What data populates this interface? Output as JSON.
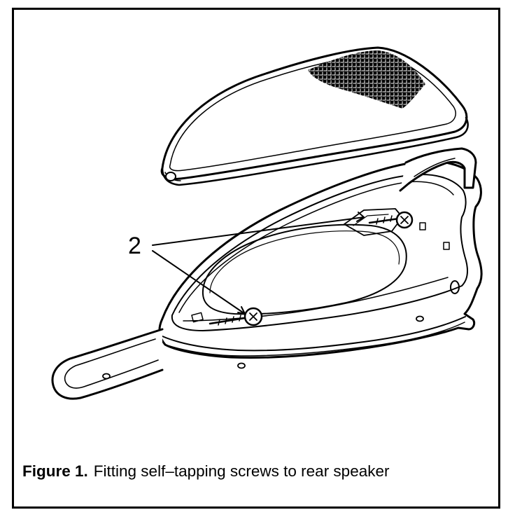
{
  "figure": {
    "callout_number": "2",
    "caption_label": "Figure 1.",
    "caption_text": "Fitting self–tapping screws to rear speaker"
  }
}
